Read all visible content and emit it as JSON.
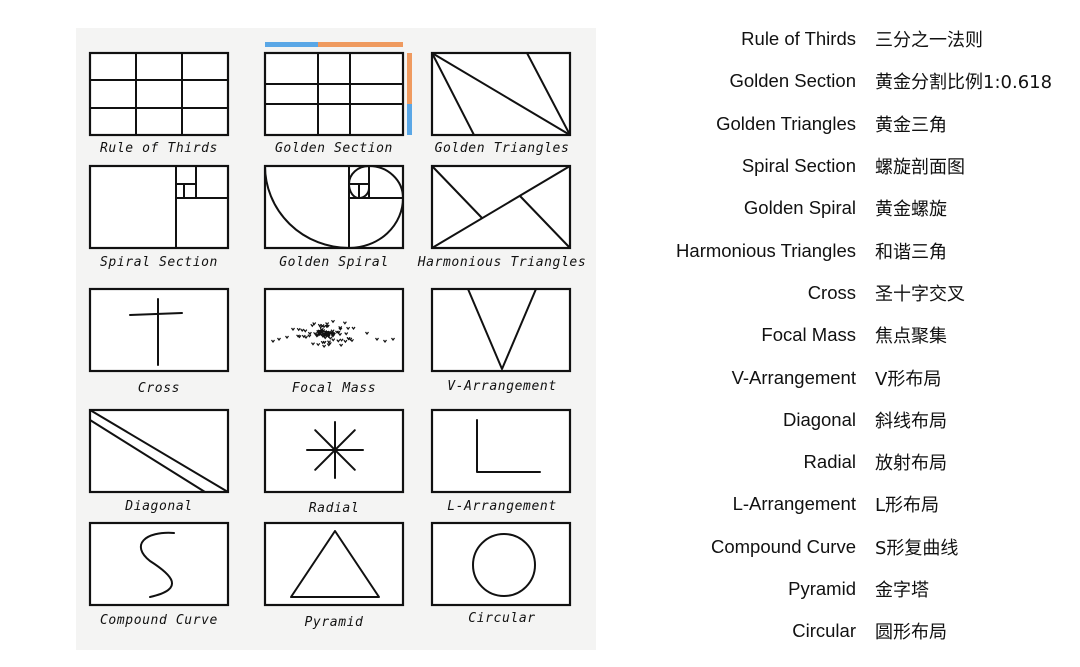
{
  "sketch_captions": [
    "Rule of Thirds",
    "Golden Section",
    "Golden Triangles",
    "Spiral Section",
    "Golden Spiral",
    "Harmonious Triangles",
    "Cross",
    "Focal Mass",
    "V-Arrangement",
    "Diagonal",
    "Radial",
    "L-Arrangement",
    "Compound Curve",
    "Pyramid",
    "Circular"
  ],
  "colors": {
    "accent_blue": "#5aa7e6",
    "accent_orange": "#ef9a5f",
    "ink": "#111111"
  },
  "legend": [
    {
      "en": "Rule of Thirds",
      "zh": "三分之一法则"
    },
    {
      "en": "Golden Section",
      "zh": "黄金分割比例1:0.618"
    },
    {
      "en": "Golden Triangles",
      "zh": "黄金三角"
    },
    {
      "en": "Spiral Section",
      "zh": "螺旋剖面图"
    },
    {
      "en": "Golden Spiral",
      "zh": "黄金螺旋"
    },
    {
      "en": "Harmonious Triangles",
      "zh": "和谐三角"
    },
    {
      "en": "Cross",
      "zh": "圣十字交叉"
    },
    {
      "en": "Focal Mass",
      "zh": "焦点聚集"
    },
    {
      "en": "V-Arrangement",
      "zh": "V形布局"
    },
    {
      "en": "Diagonal",
      "zh": "斜线布局"
    },
    {
      "en": "Radial",
      "zh": "放射布局"
    },
    {
      "en": "L-Arrangement",
      "zh": "L形布局"
    },
    {
      "en": "Compound Curve",
      "zh": "S形复曲线"
    },
    {
      "en": "Pyramid",
      "zh": "金字塔"
    },
    {
      "en": "Circular",
      "zh": "圆形布局"
    }
  ]
}
